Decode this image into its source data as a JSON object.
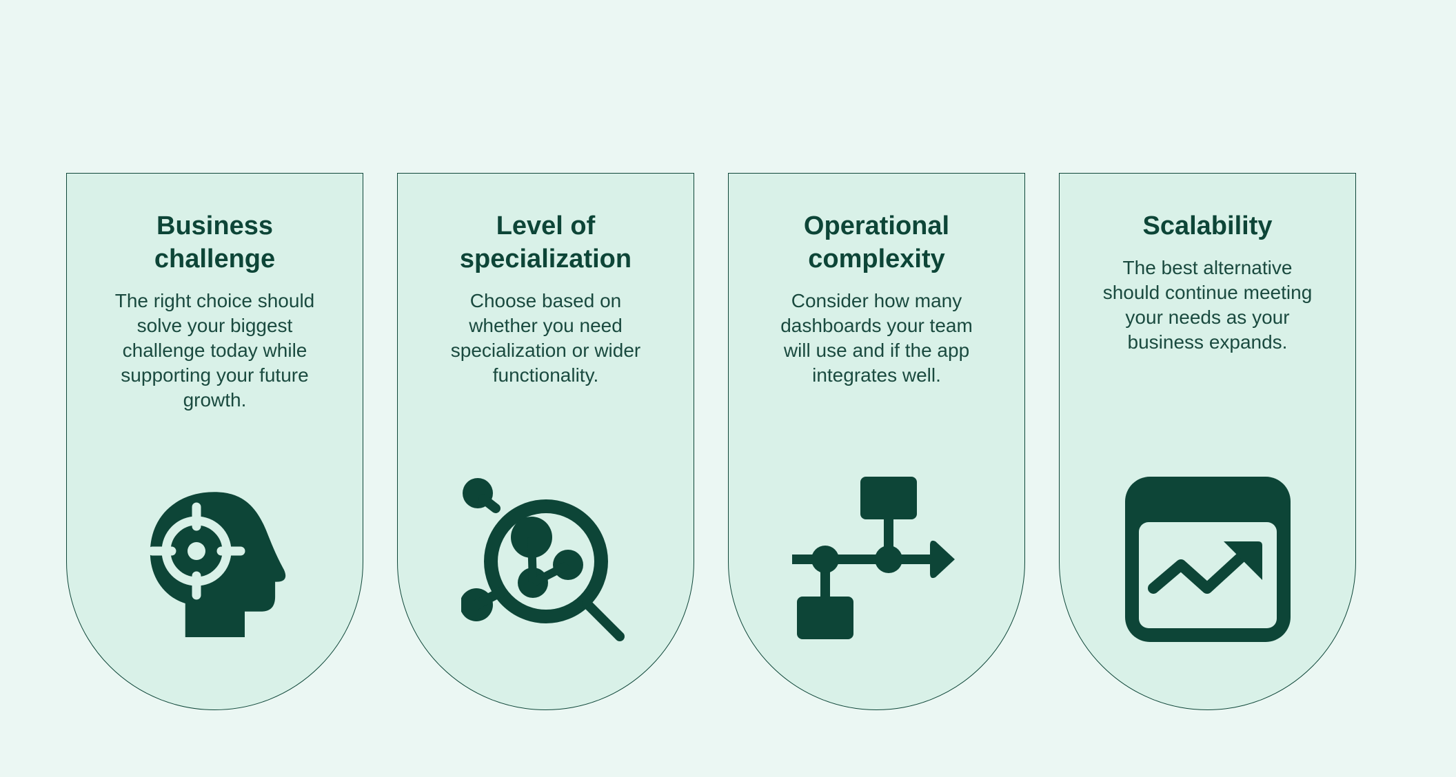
{
  "colors": {
    "background": "#ebf7f3",
    "card_fill": "#d9f1e8",
    "accent": "#0d4537"
  },
  "cards": [
    {
      "title": "Business\nchallenge",
      "text": "The right choice should solve your biggest challenge today while supporting your future growth.",
      "icon": "head-target-icon"
    },
    {
      "title": "Level of\nspecialization",
      "text": "Choose based on whether you need specialization or wider functionality.",
      "icon": "magnifier-network-icon"
    },
    {
      "title": "Operational\ncomplexity",
      "text": "Consider how many dashboards your team will use and if the app integrates well.",
      "icon": "flowchart-icon"
    },
    {
      "title": "Scalability",
      "text": "The best alternative should continue meeting your needs as your business expands.",
      "icon": "growth-chart-window-icon"
    }
  ]
}
